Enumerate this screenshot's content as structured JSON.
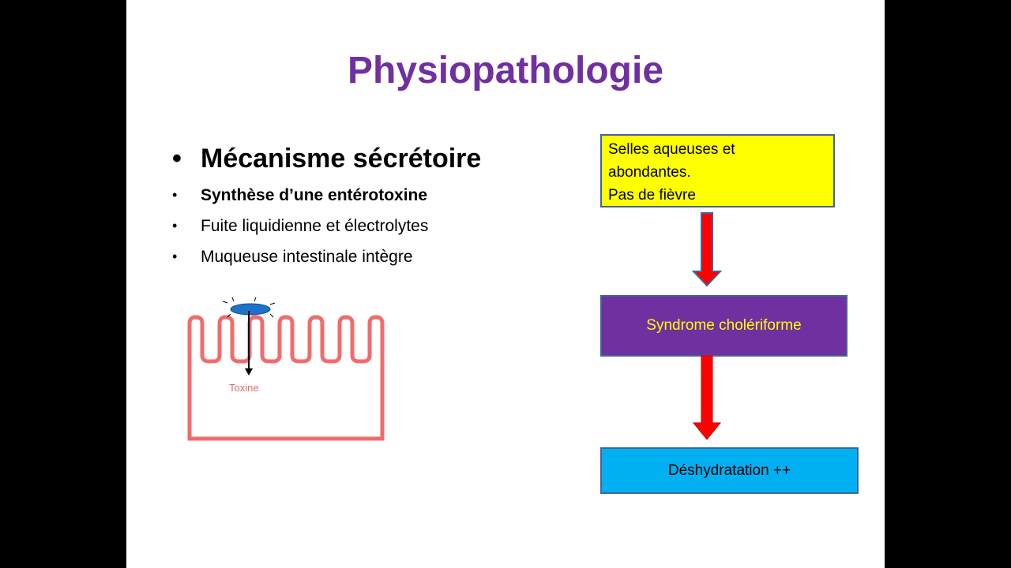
{
  "slide": {
    "title": "Physiopathologie",
    "bullets": [
      {
        "text": "Mécanisme sécrétoire"
      },
      {
        "text": "Synthèse d’une entérotoxine"
      },
      {
        "text": "Fuite liquidienne et électrolytes"
      },
      {
        "text": "Muqueuse intestinale intègre"
      }
    ],
    "bullet_glyph": "•",
    "diagram": {
      "toxin_label": "Toxine",
      "villi_color": "#f26b6b",
      "bacterium_color": "#1e73c8"
    },
    "flow": {
      "box1_lines": [
        "Selles aqueuses et",
        "abondantes.",
        "Pas de fièvre"
      ],
      "box2": "Syndrome cholériforme",
      "box3": "Déshydratation ++",
      "colors": {
        "box1": "#ffff00",
        "box2": "#7030a0",
        "box2_text": "#ffff00",
        "box3": "#00b0f0",
        "arrow_fill": "#ff0000",
        "border": "#41649b",
        "title": "#7030a0"
      }
    }
  }
}
